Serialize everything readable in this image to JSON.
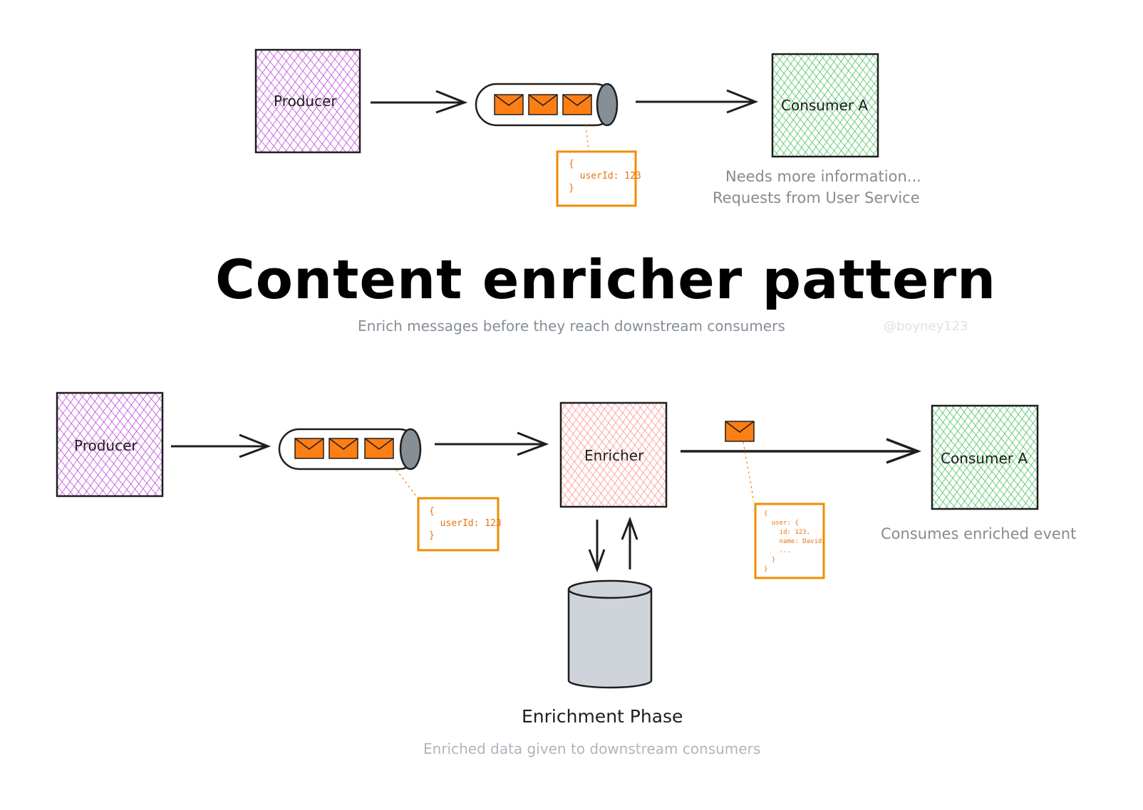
{
  "title": "Content enricher pattern",
  "subtitle": "Enrich messages before they reach downstream consumers",
  "handle": "@boyney123",
  "top": {
    "producer_label": "Producer",
    "consumer_label": "Consumer A",
    "payload": "{\n  userId: 123\n}",
    "note_line1": "Needs more information...",
    "note_line2": "Requests from User Service"
  },
  "bottom": {
    "producer_label": "Producer",
    "enricher_label": "Enricher",
    "consumer_label": "Consumer A",
    "payload": "{\n  userId: 123\n}",
    "enriched_payload": "{\n  user: {\n    id: 123,\n    name: David,\n    ...\n  }\n}",
    "consumer_note": "Consumes enriched event",
    "phase_title": "Enrichment Phase",
    "phase_note": "Enriched data given to downstream consumers"
  },
  "colors": {
    "producer": "#be4bdb",
    "consumer": "#40c057",
    "enricher": "#ff8787",
    "message": "#f08c00",
    "message_fill": "#fd7e14",
    "database": "#ced4da",
    "stroke": "#1e1e1e"
  }
}
